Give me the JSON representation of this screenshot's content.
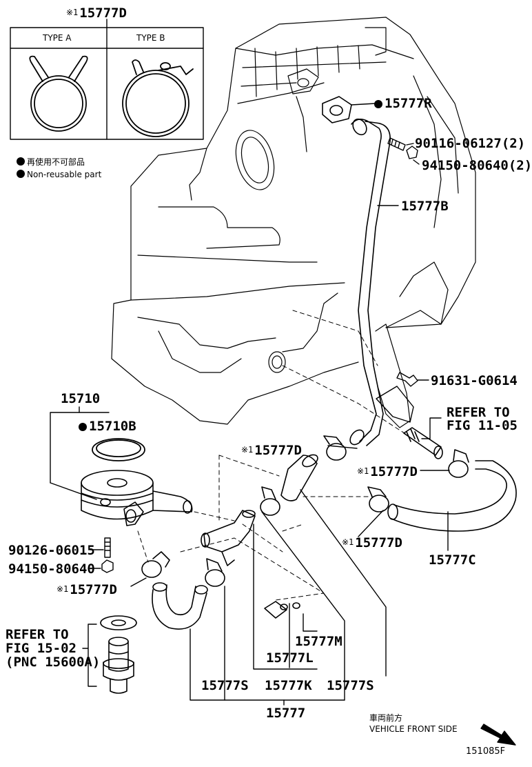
{
  "clamp_types": {
    "header_label": "15777D",
    "type_a": "TYPE A",
    "type_b": "TYPE B"
  },
  "legend": {
    "jp": "再使用不可部品",
    "en": "Non-reusable part"
  },
  "marker": "※1",
  "parts": {
    "p15777R": "15777R",
    "p90116": "90116-06127(2)",
    "p94150a": "94150-80640(2)",
    "p15777B": "15777B",
    "p91631": "91631-G0614",
    "p15710": "15710",
    "p15710B": "15710B",
    "refer1105_l1": "REFER TO",
    "refer1105_l2": "FIG 11-05",
    "p15777D_1": "15777D",
    "p15777D_2": "15777D",
    "p15777D_3": "15777D",
    "p15777D_4": "15777D",
    "p15777C": "15777C",
    "p90126": "90126-06015",
    "p94150b": "94150-80640",
    "refer1502_l1": "REFER TO",
    "refer1502_l2": "FIG 15-02",
    "refer1502_l3": "(PNC 15600A)",
    "p15777M": "15777M",
    "p15777L": "15777L",
    "p15777S_1": "15777S",
    "p15777K": "15777K",
    "p15777S_2": "15777S",
    "p15777": "15777"
  },
  "direction": {
    "jp": "車両前方",
    "en": "VEHICLE FRONT SIDE"
  },
  "figure_id": "151085F"
}
